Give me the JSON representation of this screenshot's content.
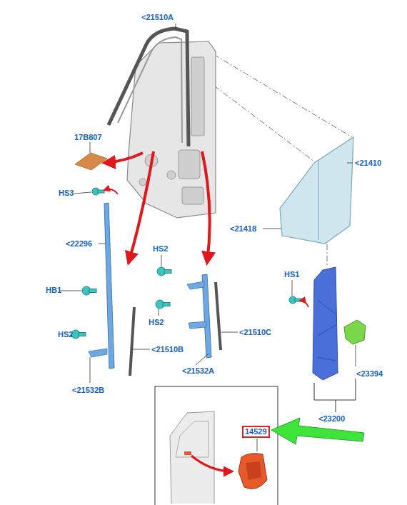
{
  "diagram": {
    "nodes": [
      {
        "text": [
          "14529"
        ]
      }
    ],
    "labels": [
      "<21510A",
      "17B807",
      "HS3",
      "<21410",
      "<21418",
      "<22296",
      "HS2",
      "HB1",
      "HS1",
      "HS2",
      "HS2",
      "<21510C",
      "<21510B",
      "<21532A",
      "<23394",
      "<21532B",
      "<23200"
    ]
  }
}
